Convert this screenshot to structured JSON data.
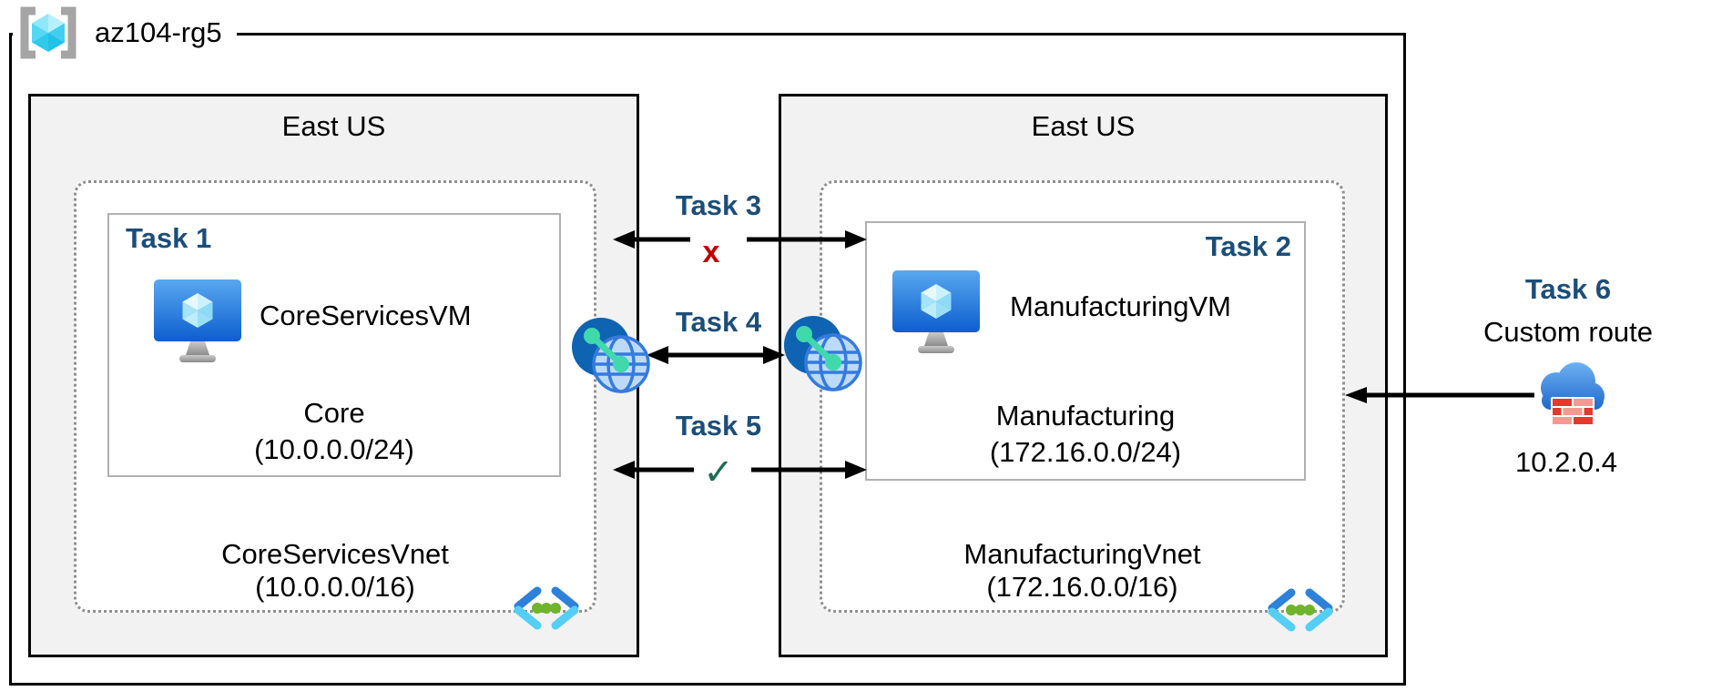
{
  "resource_group": {
    "name": "az104-rg5"
  },
  "regions": [
    {
      "name": "East US",
      "vnet": {
        "name": "CoreServicesVnet",
        "cidr": "(10.0.0.0/16)"
      },
      "subnet": {
        "task": "Task 1",
        "vm": "CoreServicesVM",
        "name": "Core",
        "cidr": "(10.0.0.0/24)"
      }
    },
    {
      "name": "East US",
      "vnet": {
        "name": "ManufacturingVnet",
        "cidr": "(172.16.0.0/16)"
      },
      "subnet": {
        "task": "Task 2",
        "vm": "ManufacturingVM",
        "name": "Manufacturing",
        "cidr": "(172.16.0.0/24)"
      }
    }
  ],
  "connections": [
    {
      "label": "Task 3",
      "marker": "x"
    },
    {
      "label": "Task 4",
      "marker": ""
    },
    {
      "label": "Task 5",
      "marker": "✓"
    }
  ],
  "custom_route": {
    "label": "Task 6",
    "title": "Custom route",
    "ip": "10.2.0.4"
  },
  "colors": {
    "task_label": "#1b4e78",
    "blocked": "#c00000",
    "allowed": "#1e6b52",
    "region_fill": "#f2f2f2"
  }
}
